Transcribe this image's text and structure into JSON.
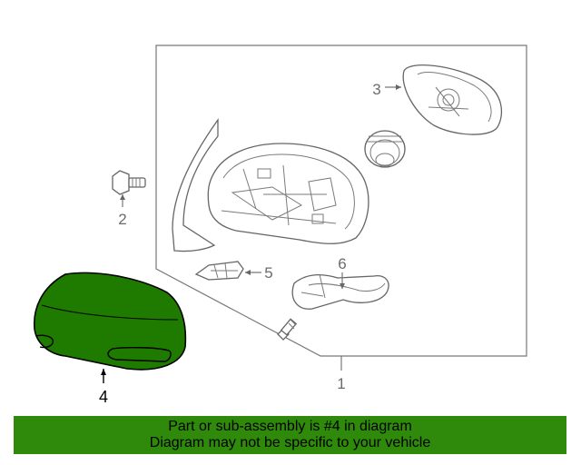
{
  "callouts": {
    "part1": "1",
    "part2": "2",
    "part3": "3",
    "part4": "4",
    "part5": "5",
    "part6": "6"
  },
  "banner": {
    "line1": "Part or sub-assembly is #4 in diagram",
    "line2": "Diagram may not be specific to your vehicle"
  },
  "colors": {
    "highlight": "#1e7b00",
    "banner_bg": "#2f8a0b",
    "outline": "#666666",
    "cover_outline": "#000000"
  }
}
